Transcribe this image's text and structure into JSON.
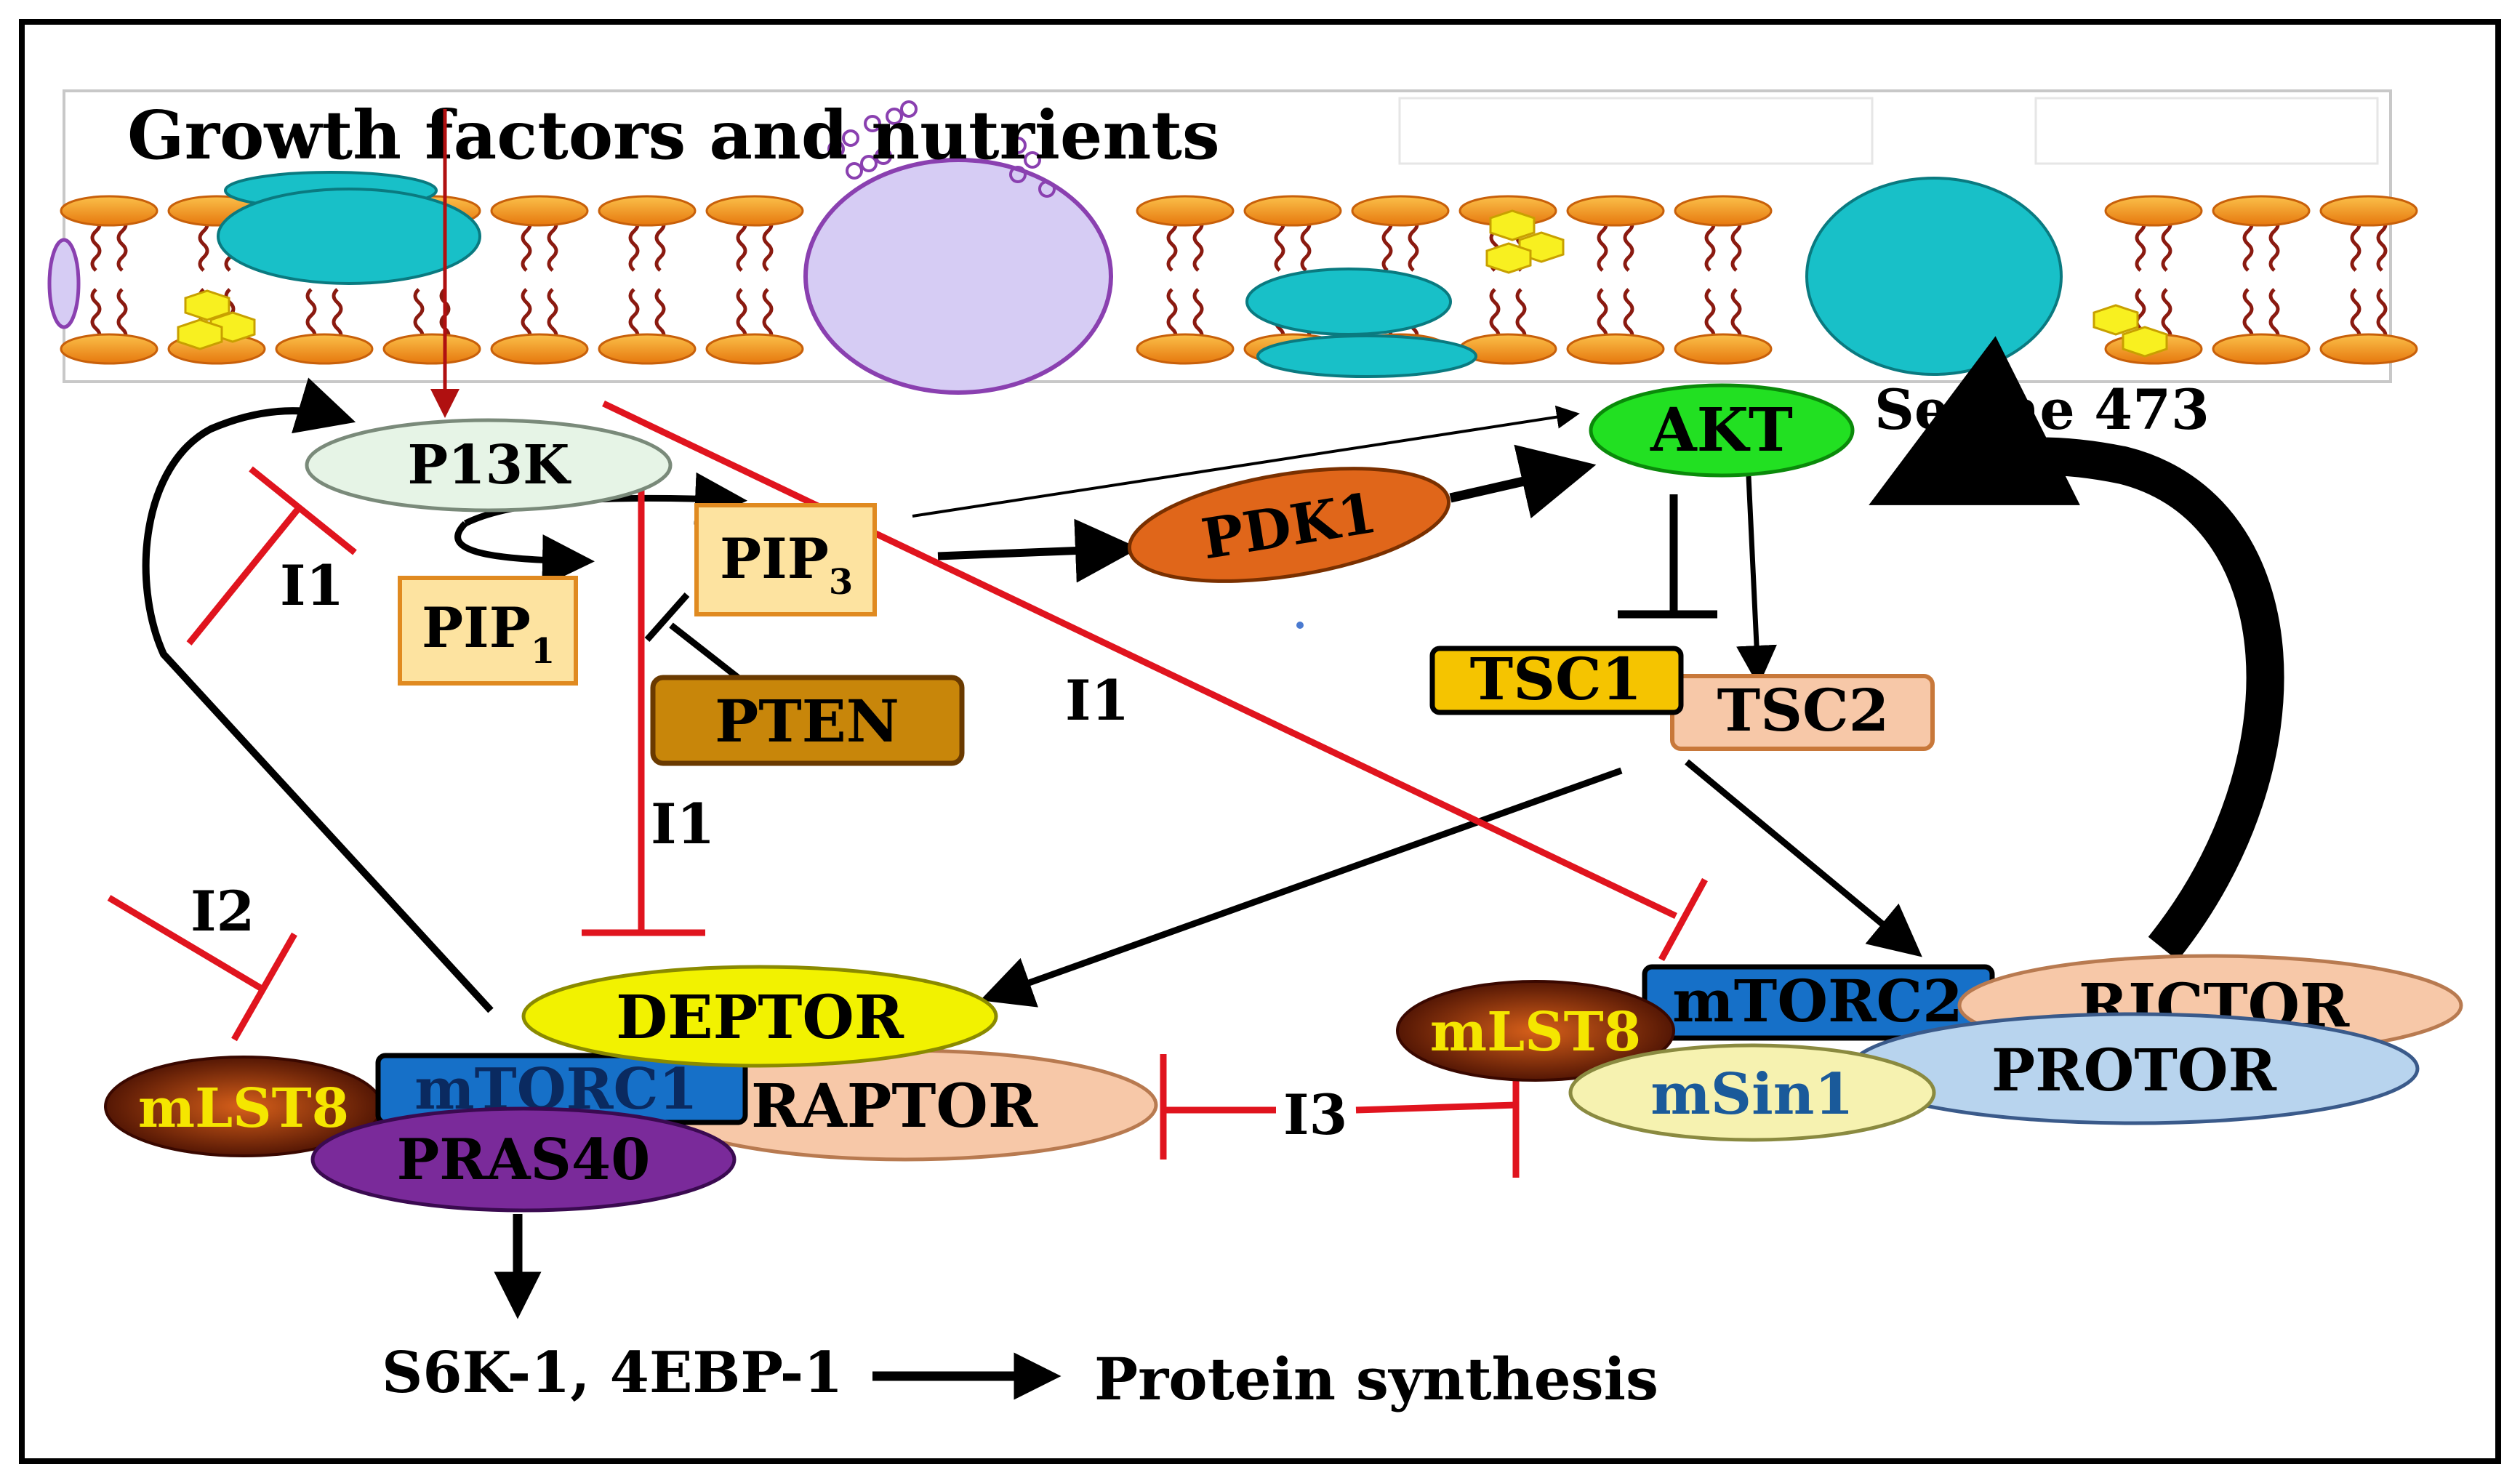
{
  "membrane": {
    "title": "Growth factors and nutrients"
  },
  "nodes": {
    "pi3k": "P13K",
    "pip1_base": "PIP",
    "pip1_sub": "1",
    "pip3_base": "PIP",
    "pip3_sub": "3",
    "pten": "PTEN",
    "pdk1": "PDK1",
    "akt": "AKT",
    "serine": "Serine 473",
    "tsc1": "TSC1",
    "tsc2": "TSC2",
    "deptor": "DEPTOR",
    "mtorc1": "mTORC1",
    "raptor": "RAPTOR",
    "mlst8_left": "mLST8",
    "pras40": "PRAS40",
    "mtorc2": "mTORC2",
    "rictor": "RICTOR",
    "mlst8_right": "mLST8",
    "msin1": "mSin1",
    "protor": "PROTOR",
    "s6k": "S6K-1, 4EBP-1",
    "protein": "Protein synthesis"
  },
  "inhibitors": {
    "i1_left": "I1",
    "i1_center": "I1",
    "i1_right": "I1",
    "i2": "I2",
    "i3": "I3"
  },
  "colors": {
    "inhibition": "#e0141e",
    "activation": "#000000",
    "akt": "#22e022",
    "pdk1": "#e0661a",
    "deptor": "#f2f200",
    "mtor": "#1670c8",
    "raptor_rictor": "#f7c8a8",
    "pras40": "#7a2a9a",
    "protor": "#b8d4ee",
    "msin1": "#f6f2b0",
    "tsc1": "#f5c400",
    "pten": "#c8860a",
    "pip": "#fde3a0",
    "pi3k": "#e0f0e0",
    "membrane_head": "#f59a20",
    "protein_teal": "#18c0c8",
    "mlst8": "#8b2a08"
  }
}
